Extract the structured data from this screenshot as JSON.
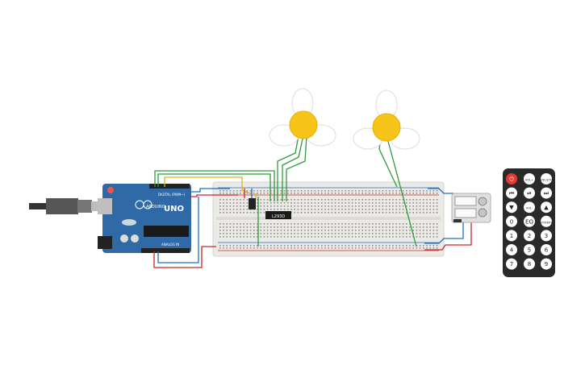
{
  "arduino": {
    "brand": "UNO",
    "sub_brand": "ARDUINO",
    "digital_label": "DIGITAL (PWM~)",
    "analog_label": "ANALOG IN"
  },
  "ic": {
    "part_label": "L293D"
  },
  "remote": {
    "buttons": [
      "⏻",
      "VOL+",
      "FUNC/STOP",
      "⏮",
      "⏯",
      "⏭",
      "▼",
      "VOL-",
      "▲",
      "0",
      "EQ",
      "ST/REPT",
      "1",
      "2",
      "3",
      "4",
      "5",
      "6",
      "7",
      "8",
      "9"
    ],
    "button_colors": {
      "power": "#e53935",
      "button": "#ffffff",
      "body": "#2a2a2a"
    }
  },
  "colors": {
    "arduino_board": "#2f6aa6",
    "breadboard": "#eceae6",
    "motor_yellow": "#f7c41a",
    "wire_green": "#2e9b3b",
    "wire_red": "#c62828",
    "wire_blue": "#1e6fc0",
    "wire_yellow": "#e0b21a"
  }
}
